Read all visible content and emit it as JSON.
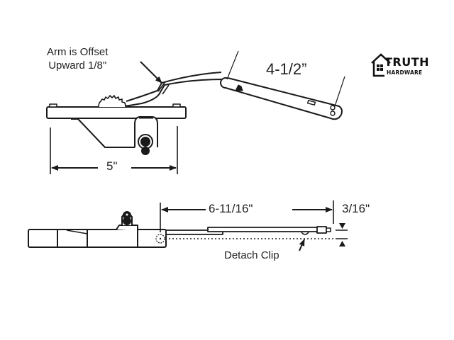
{
  "brand": {
    "name": "TRUTH",
    "subtitle": "HARDWARE"
  },
  "top_view": {
    "callout": {
      "line1": "Arm is Offset",
      "line2": "Upward 1/8\""
    },
    "arm_length": "4-1/2”",
    "base_width": "5\""
  },
  "side_view": {
    "arm_extension": "6-11/16\"",
    "offset_height": "3/16\"",
    "detach_clip": "Detach Clip"
  },
  "colors": {
    "line": "#1a1a1a",
    "background": "#ffffff"
  }
}
